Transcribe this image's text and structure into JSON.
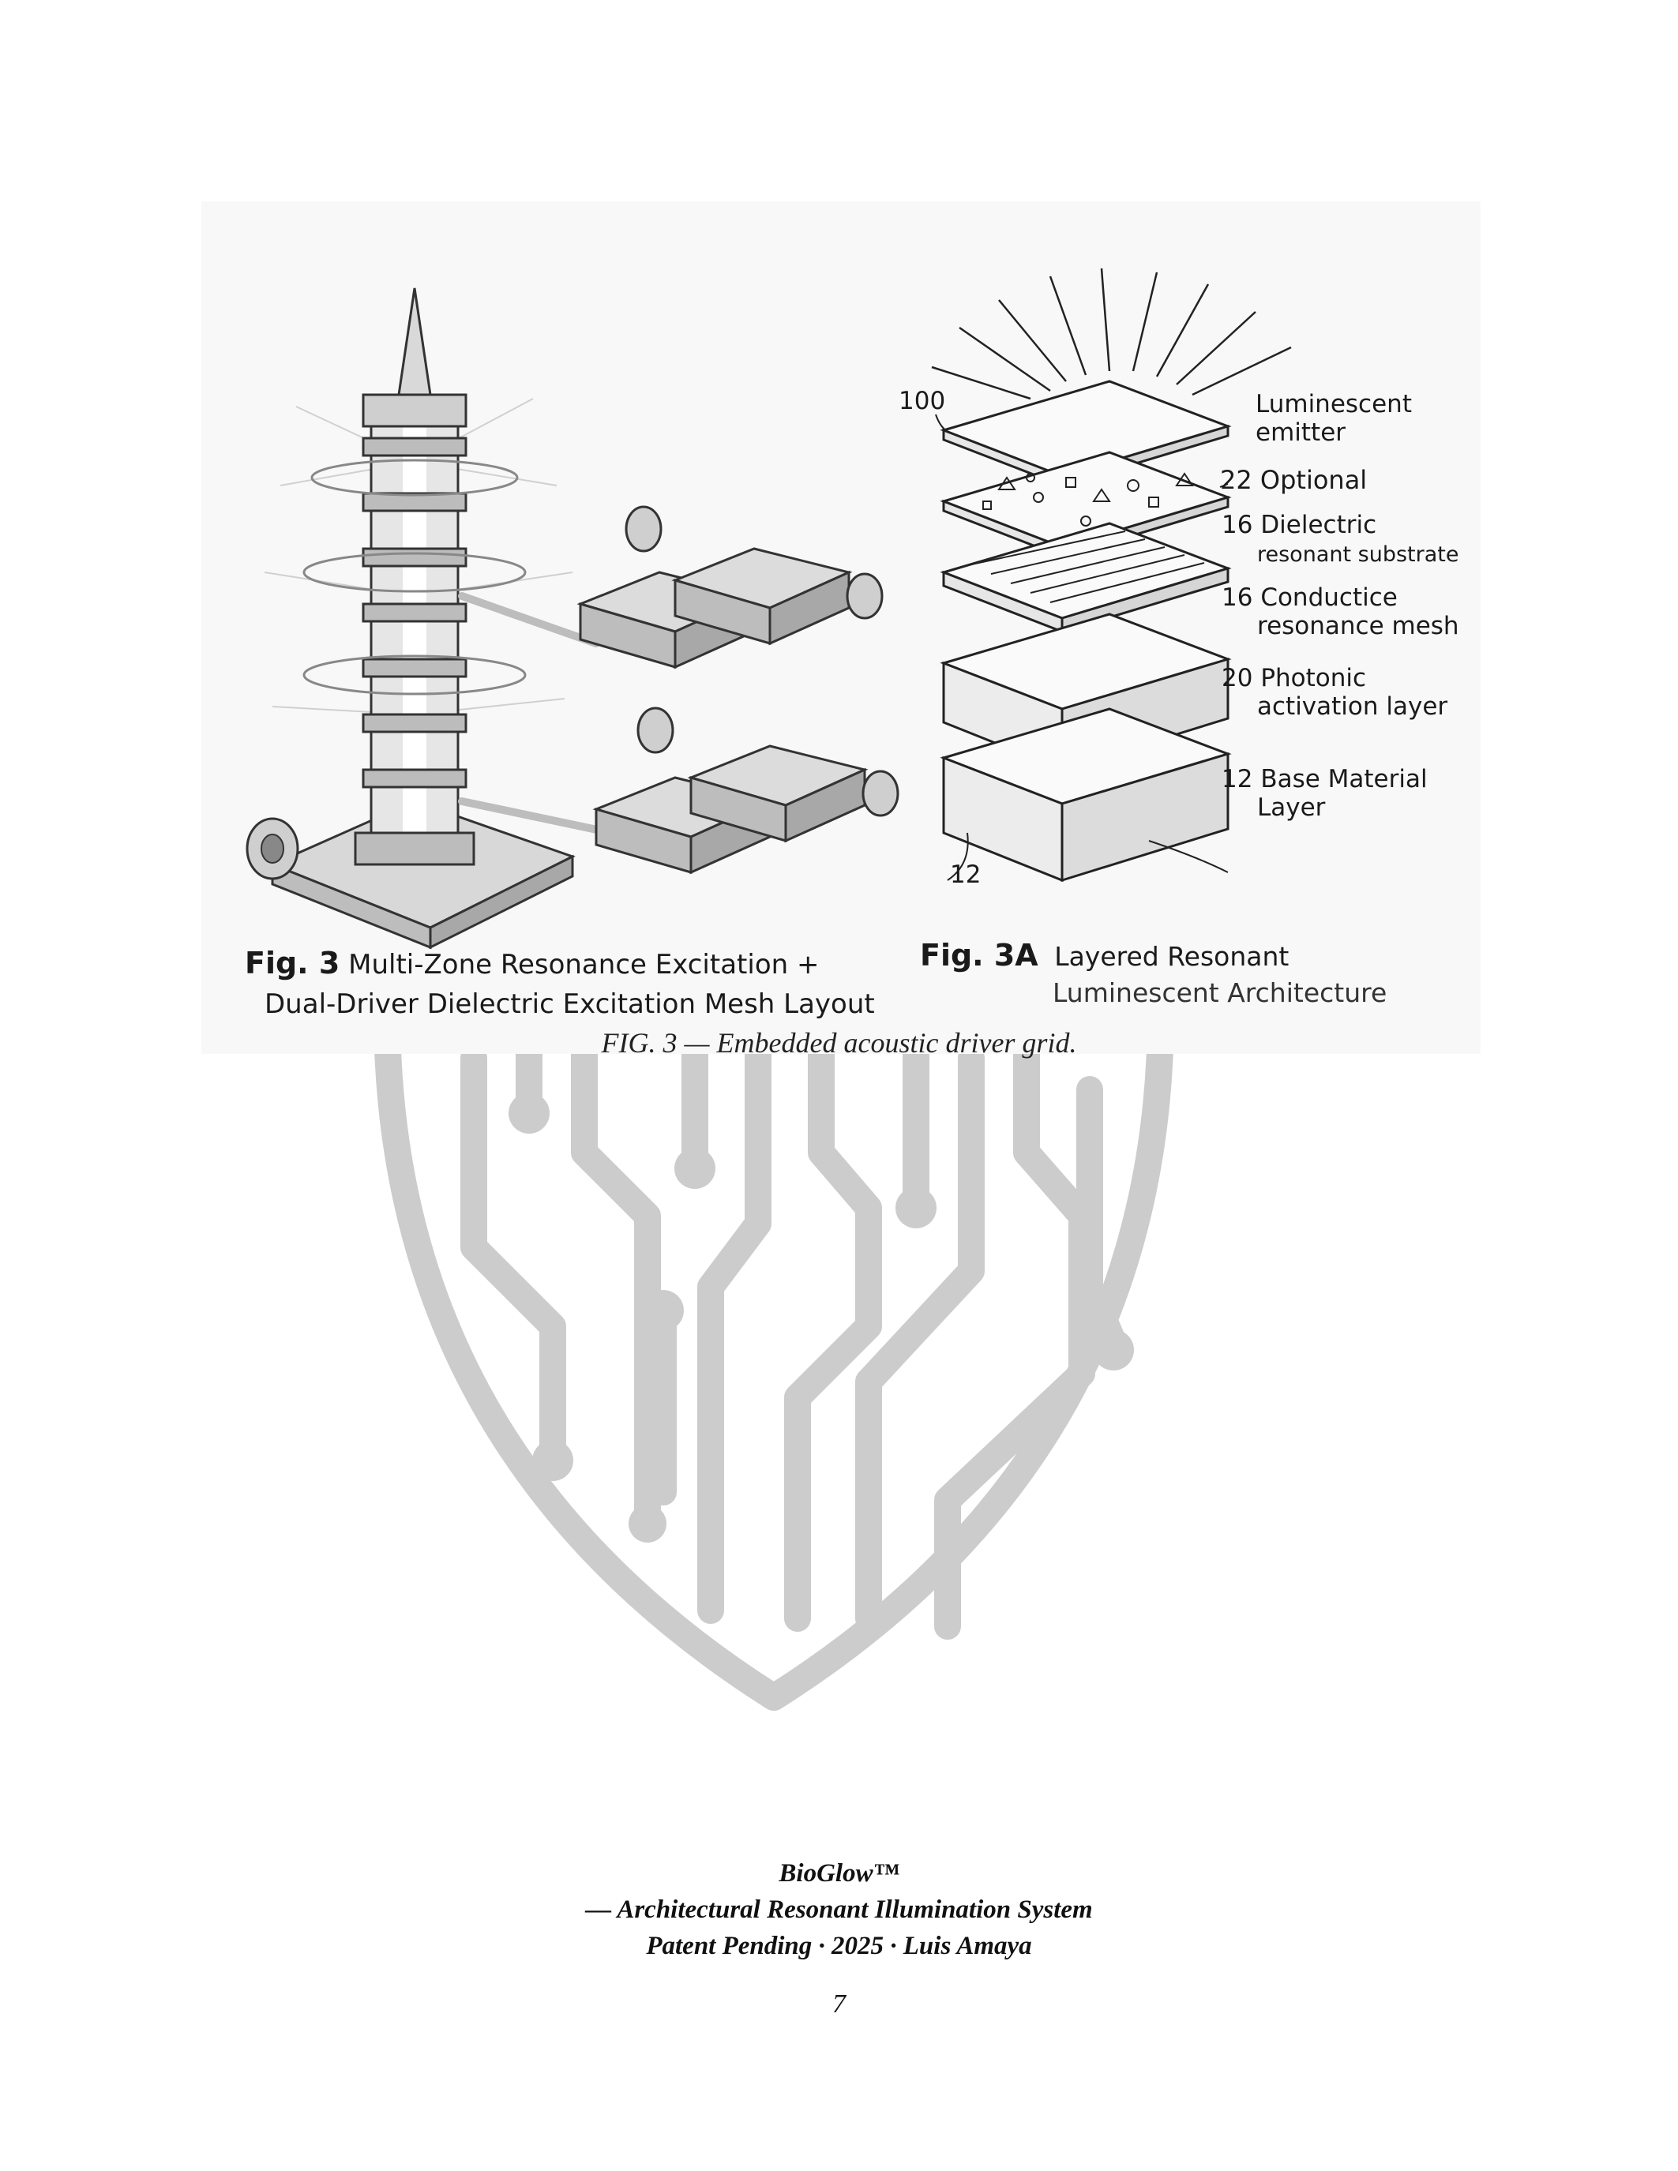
{
  "figure": {
    "left": {
      "fig_num": "Fig. 3",
      "title_line1": "Multi-Zone Resonance Excitation +",
      "title_line2": "Dual-Driver Dielectric Excitation Mesh Layout"
    },
    "right": {
      "fig_num": "Fig. 3A",
      "title_line1": "Layered Resonant",
      "title_line2": "Luminescent Architecture",
      "ref_top": "100",
      "ref_bottom": "12",
      "layers": [
        {
          "num": "",
          "line1": "Luminescent",
          "line2": "emitter"
        },
        {
          "num": "22",
          "line1": "Optional",
          "line2": ""
        },
        {
          "num": "16",
          "line1": "Dielectric",
          "line2": "resonant substrate"
        },
        {
          "num": "16",
          "line1": "Conductice",
          "line2": "resonance mesh"
        },
        {
          "num": "20",
          "line1": "Photonic",
          "line2": "activation layer"
        },
        {
          "num": "12",
          "line1": "Base Material",
          "line2": "Layer"
        }
      ]
    }
  },
  "caption": "FIG. 3 — Embedded acoustic driver grid.",
  "footer": {
    "line1": "BioGlow™",
    "line2": "— Architectural Resonant Illumination System",
    "line3": "Patent Pending · 2025 · Luis Amaya"
  },
  "page_number": "7",
  "colors": {
    "watermark": "#c8c8c8",
    "panel_bg": "#f8f8f8",
    "ink": "#1a1a1a"
  }
}
